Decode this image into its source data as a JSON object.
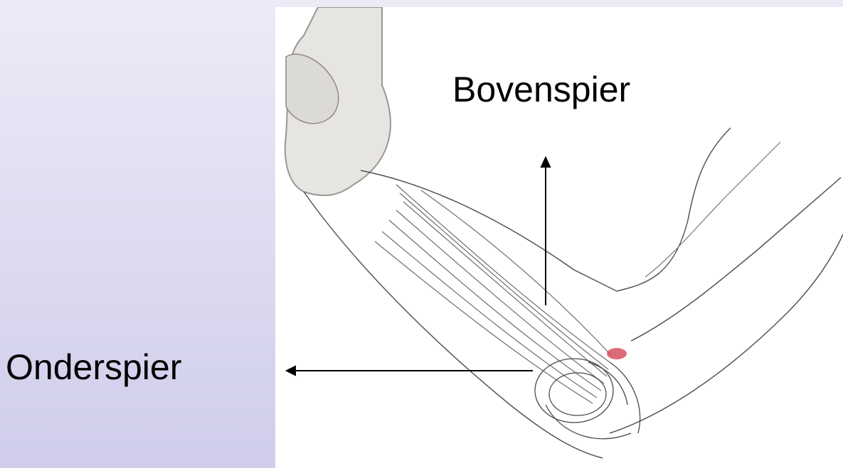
{
  "labels": {
    "upper": "Bovenspier",
    "lower": "Onderspier"
  },
  "colors": {
    "background_top": "#ecebf7",
    "background_bottom": "#cfcdea",
    "illustration_bg": "#ffffff",
    "text": "#000000",
    "tendon_highlight": "#d23a4a"
  },
  "illustration": {
    "subject": "arm-elbow-muscle-drawing"
  }
}
